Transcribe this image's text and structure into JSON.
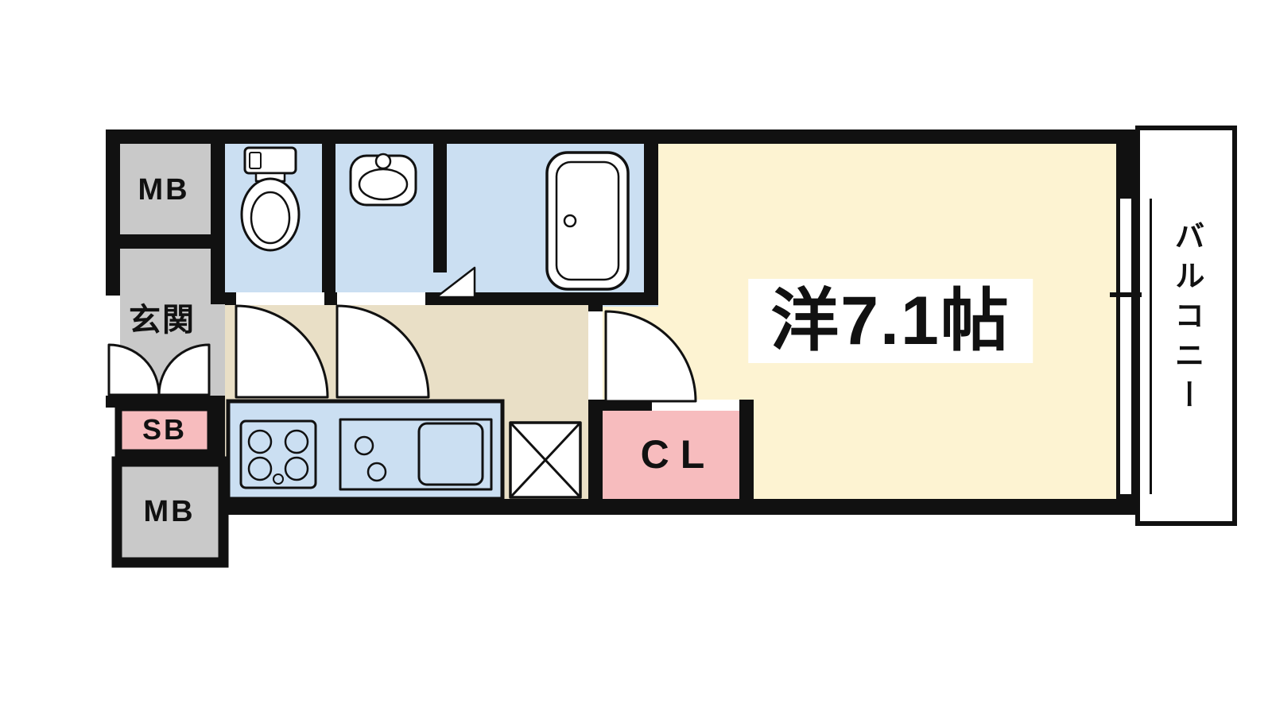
{
  "floorplan": {
    "labels": {
      "mb_top": "MB",
      "genkan": "玄関",
      "sb": "SB",
      "mb_bottom": "MB",
      "closet": "CL",
      "main_room": "洋7.1帖",
      "balcony": "バルコニー"
    },
    "colors": {
      "wall": "#111111",
      "room_gray": "#c9c9c9",
      "wet_area_blue": "#cbdff2",
      "hallway_beige": "#e9dfc6",
      "main_room_cream": "#fdf3d2",
      "accent_pink": "#f7bcbe",
      "background": "#ffffff"
    },
    "icons": {
      "toilet": "toilet-top-view",
      "washbasin": "washbasin-top-view",
      "bathtub": "bathtub-top-view",
      "stove": "four-burner-stove-top-view",
      "kitchen_unit": "two-burner-stove-and-sink-top-view",
      "refrigerator_space": "crossed-square",
      "doors": "quarter-circle-door-swings"
    }
  }
}
